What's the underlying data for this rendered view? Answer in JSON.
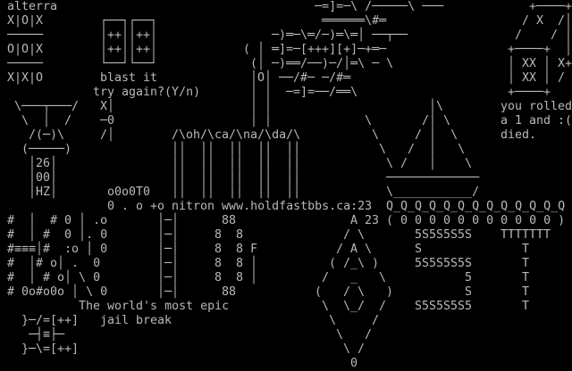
{
  "palette": {
    "background": "#000000",
    "foreground": "#b9b9b9"
  },
  "screen": {
    "blocks": {
      "logo": "alterra",
      "tictactoe": "X|O|X\n─────\nO|O|X\n─────\nX|X|O",
      "speakers": "┌──┐┌──┐\n│++││++│\n│++││++│\n└──┘└──┘",
      "blast": "blast it",
      "tryagain": "try again?(Y/n)",
      "battle": "          ─=]=─\\ /─────\\ ───\n           ══════\\#═\n    ─)═─\\═/─)═\\═│ ──┬──\n( │ ═]=─[+++][+]─+═─\n    ─)══/──)─/│═\\ ─ \\\n     ──/#─ ─/#═\n      ─=]=──/══\\",
      "tower": "(│\n│O│\n│ │\n│ │\n│ │",
      "dice": "   +────+\n  / X  /│\n /    / │\n+────+  │\n│ XX │ X+\n│ XX │ /\n+────+",
      "roll": "you rolled\na 1 and :(\ndied.",
      "antenna": "\\───┬───/\n \\  │  /\n  /(─)\\\n (─────)\n  │26│\n  │00│\n  │HZ│",
      "climber": "X│\n─0\n/│",
      "fence": "/\\oh/\\ca/\\na/\\da/\\\n││  ││  ││  ││  ││\n││  ││  ││  ││  ││\n││  ││  ││  ││  ││\n││  ││  ││  ││  ││",
      "queue": "o0o0T0\n0 . o",
      "url": "+o nitron www.holdfastbbs.ca:23",
      "boat": "         │\\\n\\       /│ \\\n \\     / │  \\\n  \\   /  │   \\\n   \\ /   │    \\\n   ─────────────\n   \\___________/",
      "qrow": "Q_Q_Q_Q_Q_Q_Q_Q_Q_Q_Q_Q_Q",
      "zerorow": "( 0 0 0 0 0 0 0 0 0 0 0 )",
      "label23": "23",
      "jail": " #  │  # 0 │ .o\n #  │ #  0 │. 0\n #≡≡≡│#  :o │ 0\n #  │# o│ .  0\n #  │ # o│ \\ 0\n # 0o#o0o │ \\ 0",
      "ladder": "│─│\n│─│\n│─│\n│─│\n│─│\n│─│",
      "eight": " 88\n8  8\n8  8\n8  8\n8  8\n 88",
      "flag": "F\n│\n│",
      "diamond": "     A\n    / \\\n   / A \\\n  ( /_\\ )\n /   _   \\\n(   / \\   )\n \\  \\_/  /\n  \\     /\n   \\   /\n    \\ /\n     0",
      "dollar": "5S5S5S5S\nS\n5S5S5S5S\n       5\n       S\nS5S5S5S5",
      "tletter": "TTTTTTT\n   T\n   T\n   T\n   T\n   T",
      "epic": "The world's most epic",
      "jailbreak": "jail break",
      "handcuffs": "}─/=[++]\n ─┤≡├─\n}─\\=[++]"
    }
  }
}
